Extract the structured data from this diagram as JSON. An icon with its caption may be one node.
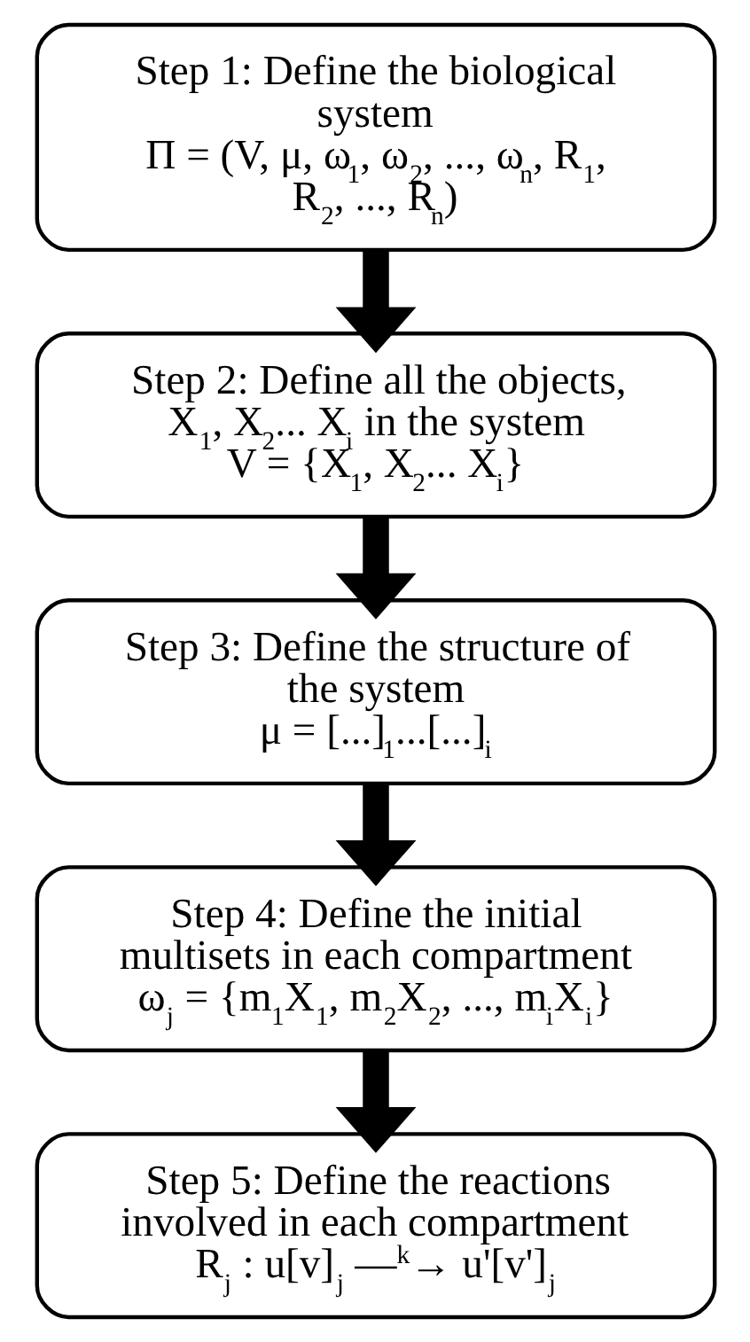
{
  "diagram": {
    "nodes": [
      {
        "text": [
          "Step 1: Define the biological system",
          "Π = (V, μ, ω$_{1}$, ω$_{2}$, ..., ω$_{n}$, R$_{1}$, R$_{2}$, ..., R$_{n}$)"
        ]
      },
      {
        "text": [
          "Step 2: Define all the objects, X$_{1}$, X$_{2}$... X$_{i}$ in the system",
          "V = {X$_{1}$, X$_{2}$... X$_{i}$}"
        ]
      },
      {
        "text": [
          "Step 3: Define the structure of the system",
          "μ = [...]$_{1}$...[...]$_{i}$"
        ]
      },
      {
        "text": [
          "Step 4: Define the initial multisets in each compartment",
          "ω$_{j}$ = {m$_{1}$X$_{1}$, m$_{2}$X$_{2}$, ..., m$_{i}$X$_{i}$}"
        ]
      },
      {
        "text": [
          "Step 5: Define the reactions involved in each compartment",
          "R$_{j}$ : u[v]$_{j}$ —$^{k}$→ u'[v']$_{j}$"
        ]
      }
    ],
    "edges": [
      {
        "from": 0,
        "to": 1,
        "arrow": "to"
      },
      {
        "from": 1,
        "to": 2,
        "arrow": "to"
      },
      {
        "from": 2,
        "to": 3,
        "arrow": "to"
      },
      {
        "from": 3,
        "to": 4,
        "arrow": "to"
      }
    ]
  }
}
